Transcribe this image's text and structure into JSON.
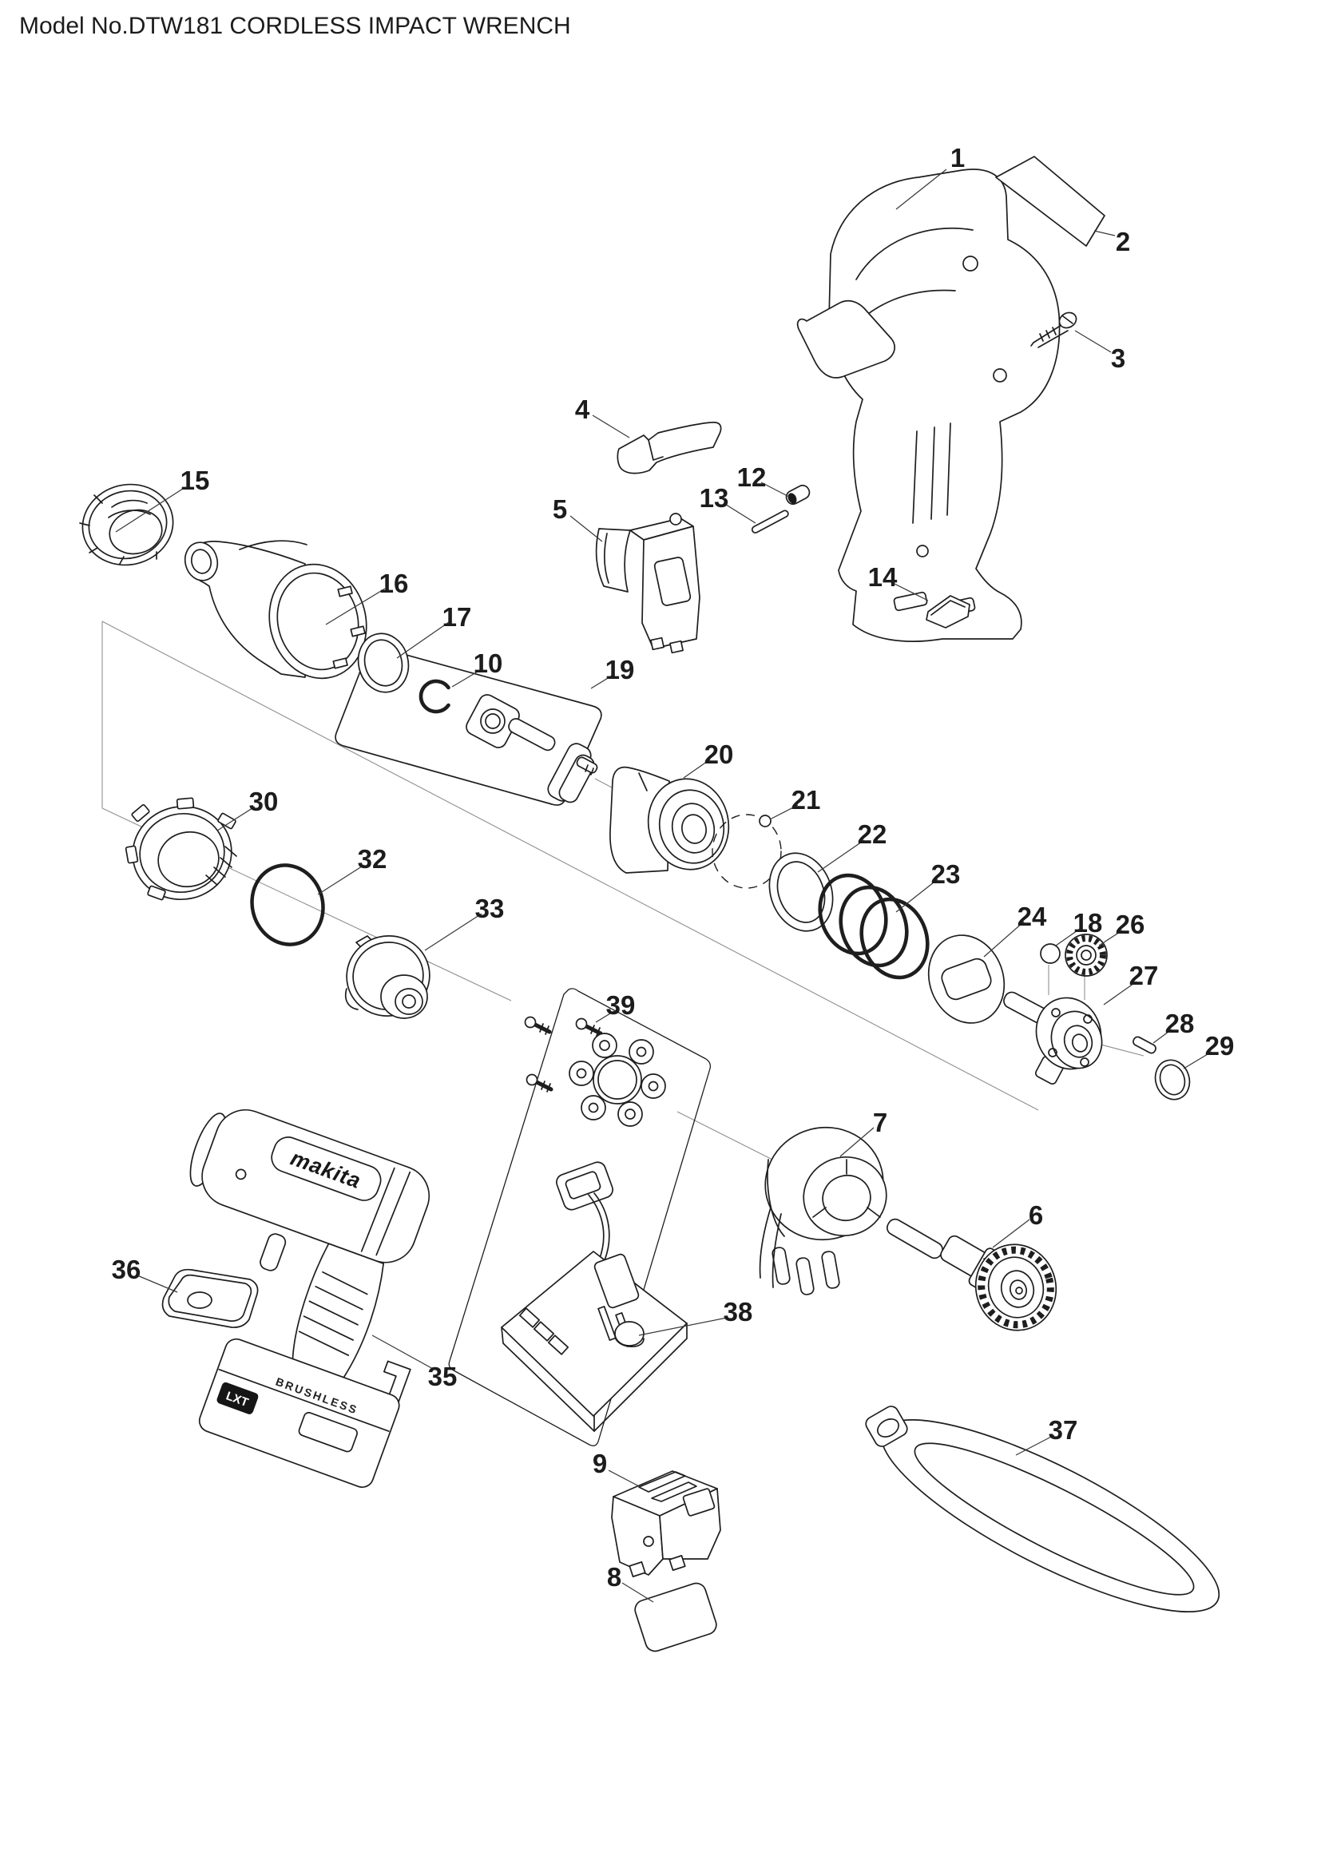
{
  "title": "Model No.DTW181 CORDLESS IMPACT WRENCH",
  "branding": {
    "makita_logo": "makita",
    "battery_label": "BRUSHLESS",
    "battery_badge": "LXT"
  },
  "parts": [
    {
      "label": "1"
    },
    {
      "label": "2"
    },
    {
      "label": "3"
    },
    {
      "label": "4"
    },
    {
      "label": "5"
    },
    {
      "label": "6"
    },
    {
      "label": "7"
    },
    {
      "label": "8"
    },
    {
      "label": "9"
    },
    {
      "label": "10"
    },
    {
      "label": "12"
    },
    {
      "label": "13"
    },
    {
      "label": "14"
    },
    {
      "label": "15"
    },
    {
      "label": "16"
    },
    {
      "label": "17"
    },
    {
      "label": "18"
    },
    {
      "label": "19"
    },
    {
      "label": "20"
    },
    {
      "label": "21"
    },
    {
      "label": "22"
    },
    {
      "label": "23"
    },
    {
      "label": "24"
    },
    {
      "label": "26"
    },
    {
      "label": "27"
    },
    {
      "label": "28"
    },
    {
      "label": "29"
    },
    {
      "label": "30"
    },
    {
      "label": "32"
    },
    {
      "label": "33"
    },
    {
      "label": "35"
    },
    {
      "label": "36"
    },
    {
      "label": "37"
    },
    {
      "label": "38"
    },
    {
      "label": "39"
    }
  ]
}
